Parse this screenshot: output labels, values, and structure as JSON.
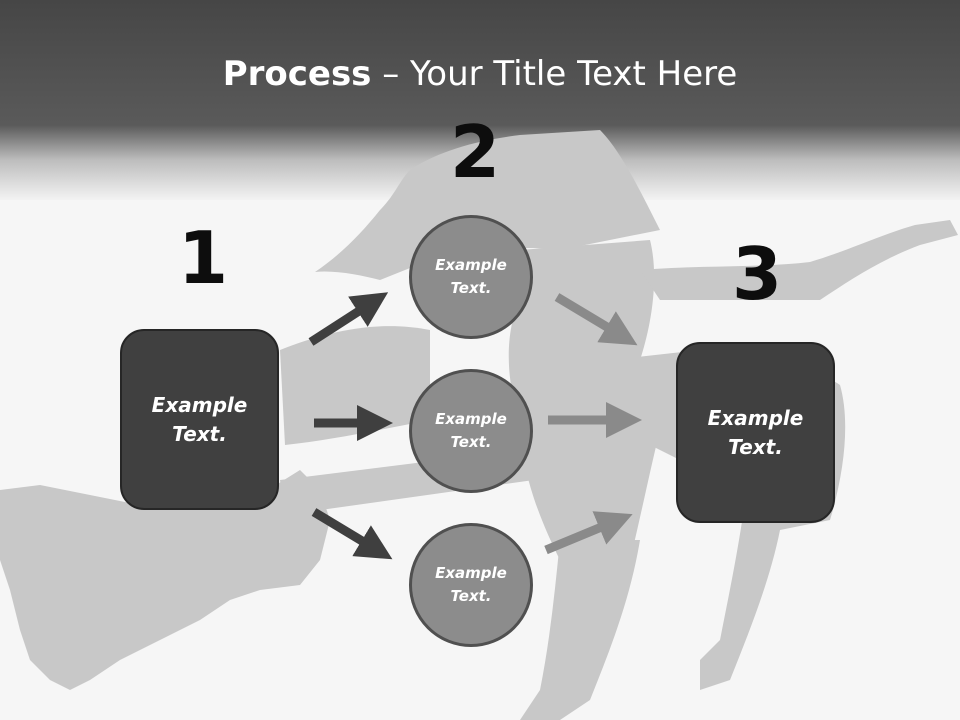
{
  "slide": {
    "title_bold": "Process",
    "title_rest": " – Your Title Text Here"
  },
  "steps": {
    "step1": {
      "number": "1",
      "text": "Example Text."
    },
    "step2": {
      "number": "2",
      "circles": [
        {
          "text": "Example Text."
        },
        {
          "text": "Example Text."
        },
        {
          "text": "Example Text."
        }
      ]
    },
    "step3": {
      "number": "3",
      "text": "Example Text."
    }
  },
  "colors": {
    "box_fill": "#404040",
    "circle_fill": "#8c8c8c",
    "arrow_dark": "#3f3f3f",
    "arrow_light": "#8a8a8a",
    "silhouette": "#c8c8c8"
  }
}
